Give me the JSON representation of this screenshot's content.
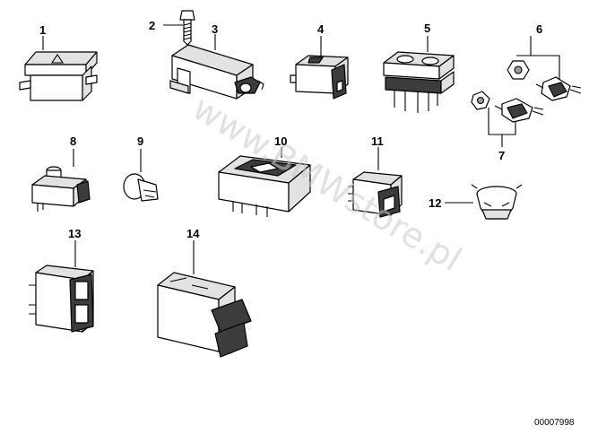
{
  "diagram": {
    "watermark": "www.BMWstore.pl",
    "reference_code": "00007998",
    "part_labels": [
      "1",
      "2",
      "3",
      "4",
      "5",
      "6",
      "7",
      "8",
      "9",
      "10",
      "11",
      "12",
      "13",
      "14"
    ]
  }
}
